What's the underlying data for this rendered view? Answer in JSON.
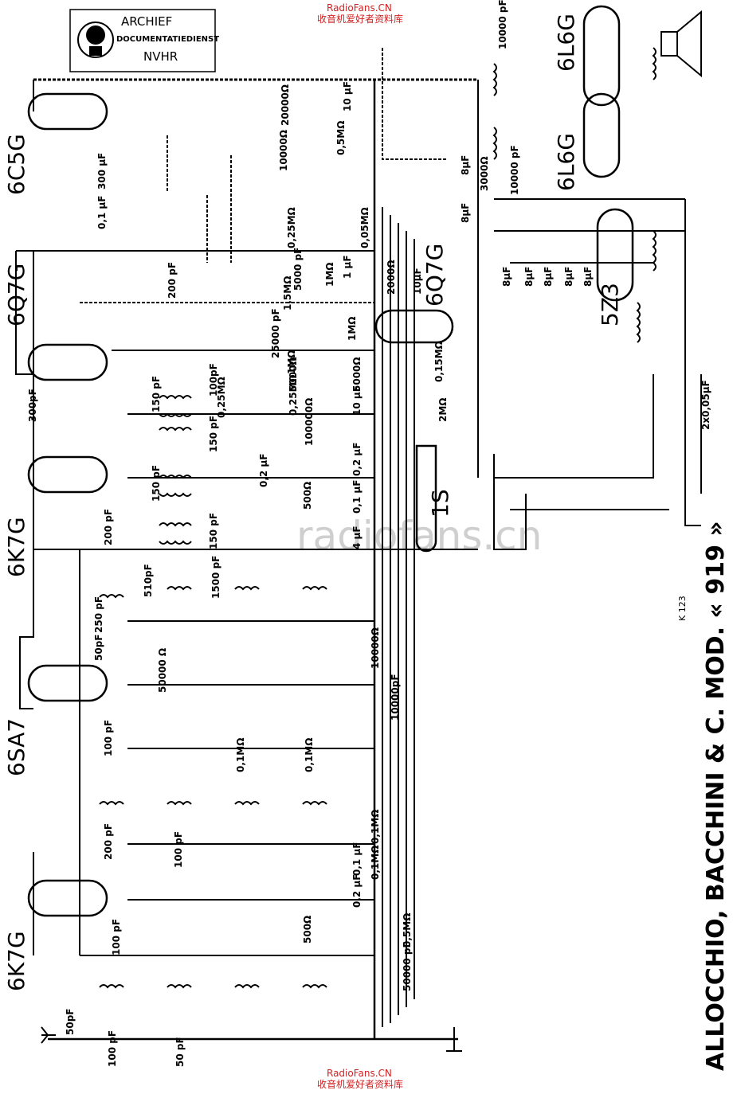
{
  "header": {
    "site": "RadioFans.CN",
    "site_sub": "收音机爱好者资料库",
    "watermark": "radiofans.cn"
  },
  "stamp": {
    "line1": "ARCHIEF",
    "line2": "DOCUMENTATIEDIENST",
    "line3": "NVHR"
  },
  "footer": {
    "site": "RadioFans.CN",
    "site_sub": "收音机爱好者资料库"
  },
  "caption": {
    "title": "ALLOCCHIO, BACCHINI & C. MOD. « 919 »",
    "code": "K 123"
  },
  "tubes": [
    {
      "name": "6C5G"
    },
    {
      "name": "6Q7G"
    },
    {
      "name": "6K7G"
    },
    {
      "name": "6SA7"
    },
    {
      "name": "6K7G"
    },
    {
      "name": "6L6G"
    },
    {
      "name": "6L6G"
    },
    {
      "name": "6Q7G"
    },
    {
      "name": "5Z3"
    },
    {
      "name": "1S"
    }
  ],
  "components": [
    {
      "value": "20000Ω"
    },
    {
      "value": "10 µF"
    },
    {
      "value": "0,5MΩ"
    },
    {
      "value": "10000Ω"
    },
    {
      "value": "300 µF"
    },
    {
      "value": "0,1 µF"
    },
    {
      "value": "0,05MΩ"
    },
    {
      "value": "0,25MΩ"
    },
    {
      "value": "5000 pF"
    },
    {
      "value": "1 µF"
    },
    {
      "value": "1MΩ"
    },
    {
      "value": "1,5MΩ"
    },
    {
      "value": "200 pF"
    },
    {
      "value": "2000Ω"
    },
    {
      "value": "10µF"
    },
    {
      "value": "1MΩ"
    },
    {
      "value": "25000 pF"
    },
    {
      "value": "1MΩ"
    },
    {
      "value": "5000Ω"
    },
    {
      "value": "5000Ω"
    },
    {
      "value": "0,25MΩ"
    },
    {
      "value": "0,25MΩ"
    },
    {
      "value": "10 µF"
    },
    {
      "value": "0,15MΩ"
    },
    {
      "value": "2MΩ"
    },
    {
      "value": "100pF"
    },
    {
      "value": "150 pF"
    },
    {
      "value": "300pF"
    },
    {
      "value": "150 pF"
    },
    {
      "value": "100000Ω"
    },
    {
      "value": "0,2 µF"
    },
    {
      "value": "0,2 µF"
    },
    {
      "value": "150 pF"
    },
    {
      "value": "500Ω"
    },
    {
      "value": "0,1 µF"
    },
    {
      "value": "200 pF"
    },
    {
      "value": "150 pF"
    },
    {
      "value": "4 µF"
    },
    {
      "value": "510pF"
    },
    {
      "value": "1500 pF"
    },
    {
      "value": "250 pF"
    },
    {
      "value": "50pF"
    },
    {
      "value": "50000 Ω"
    },
    {
      "value": "10000Ω"
    },
    {
      "value": "10000pF"
    },
    {
      "value": "100 pF"
    },
    {
      "value": "0,1MΩ"
    },
    {
      "value": "0,1MΩ"
    },
    {
      "value": "0,1MΩ"
    },
    {
      "value": "0,1MΩ"
    },
    {
      "value": "200 pF"
    },
    {
      "value": "100 pF"
    },
    {
      "value": "0,1 µF"
    },
    {
      "value": "0,2 µF"
    },
    {
      "value": "500Ω"
    },
    {
      "value": "0,5MΩ"
    },
    {
      "value": "100 pF"
    },
    {
      "value": "50000 pF"
    },
    {
      "value": "50pF"
    },
    {
      "value": "100 pF"
    },
    {
      "value": "50 pF"
    },
    {
      "value": "10000 pF"
    },
    {
      "value": "8µF"
    },
    {
      "value": "8µF"
    },
    {
      "value": "3000Ω"
    },
    {
      "value": "10000 pF"
    },
    {
      "value": "8µF"
    },
    {
      "value": "8µF"
    },
    {
      "value": "8µF"
    },
    {
      "value": "8µF"
    },
    {
      "value": "8µF"
    },
    {
      "value": "2x0,05µF"
    }
  ]
}
